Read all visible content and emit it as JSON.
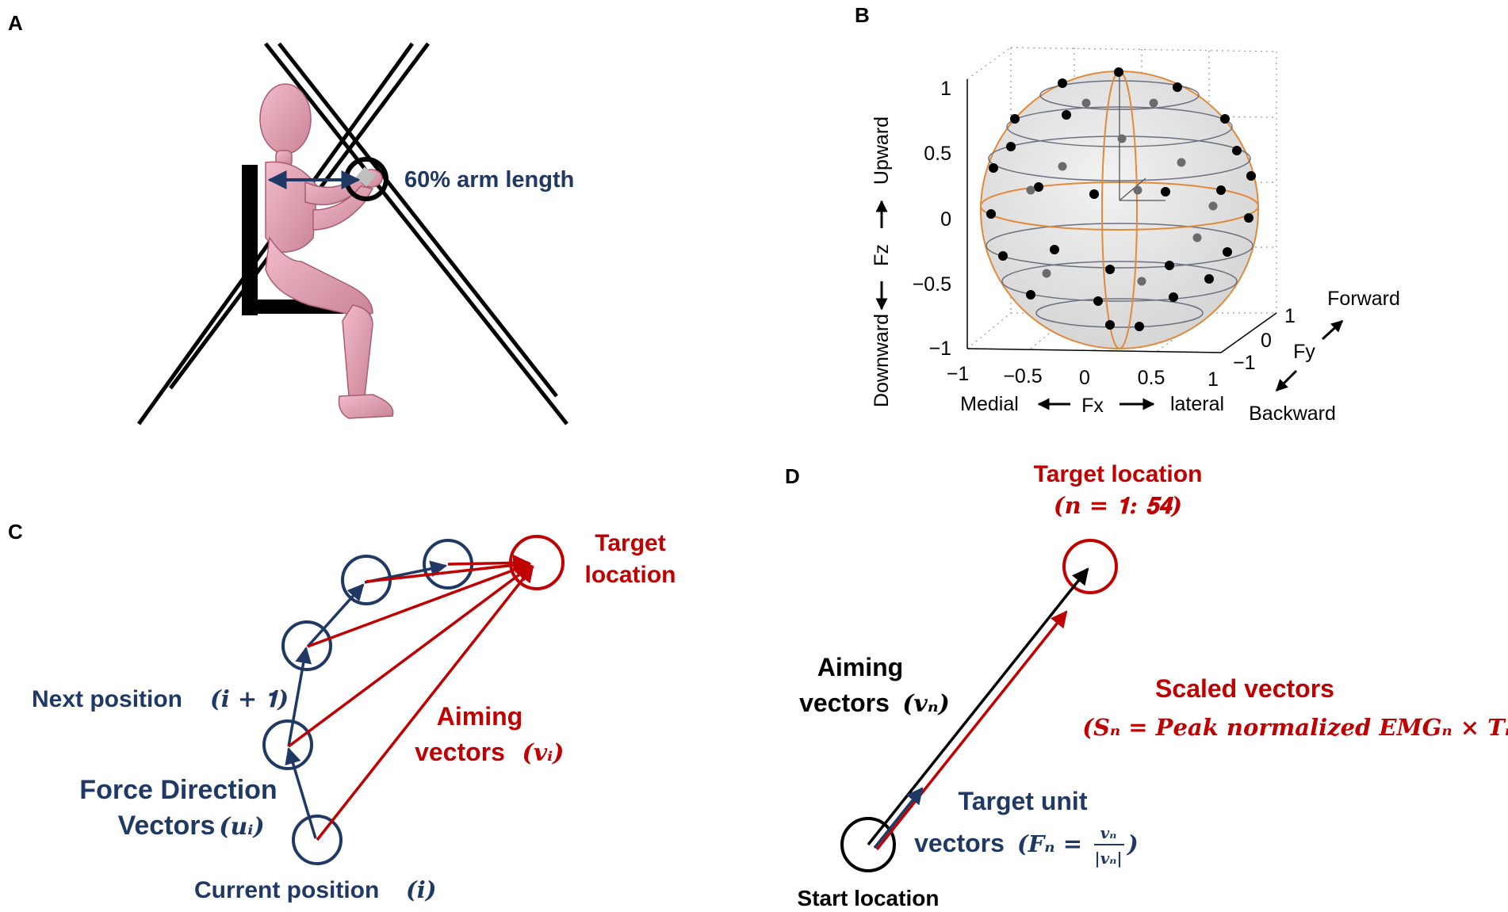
{
  "panels": {
    "a": {
      "letter": "A",
      "arm_label": "60% arm length"
    },
    "b": {
      "letter": "B",
      "z_ticks": [
        "1",
        "0.5",
        "0",
        "−0.5",
        "−1"
      ],
      "x_ticks": [
        "−1",
        "−0.5",
        "0",
        "0.5",
        "1"
      ],
      "y_ticks": [
        "1",
        "0",
        "−1"
      ],
      "z_axis_label": "Fz",
      "z_up_label": "Upward",
      "z_down_label": "Downward",
      "x_axis_label": "Fx",
      "x_left_label": "Medial",
      "x_right_label": "lateral",
      "y_axis_label": "Fy",
      "y_front_label": "Forward",
      "y_back_label": "Backward",
      "sphere_color": "#e8e8e8",
      "meridian_color": "#f4a460"
    },
    "c": {
      "letter": "C",
      "target_label_line1": "Target",
      "target_label_line2": "location",
      "next_position_label": "Next position",
      "next_position_symbol": "(𝒊 + 𝟏)",
      "aiming_line1": "Aiming",
      "aiming_line2": "vectors",
      "aiming_symbol": "(𝒗ᵢ)",
      "force_line1": "Force Direction",
      "force_line2": "Vectors",
      "force_symbol": "(𝒖ᵢ)",
      "current_position_label": "Current position",
      "current_position_symbol": "(𝒊)"
    },
    "d": {
      "letter": "D",
      "target_label": "Target location",
      "target_range": "(𝒏  =  𝟏: 𝟓𝟒)",
      "aiming_line1": "Aiming",
      "aiming_line2": "vectors",
      "aiming_symbol": "(𝒗ₙ)",
      "scaled_label": "Scaled vectors",
      "scaled_formula": "(𝑺ₙ = 𝑷𝒆𝒂𝒌 𝒏𝒐𝒓𝒎𝒂𝒍𝒊𝒛𝒆𝒅 𝑬𝑴𝑮ₙ × 𝑻ₙ)",
      "unit_line1": "Target unit",
      "unit_line2": "vectors",
      "unit_formula_open": "(𝑭ₙ =",
      "unit_numer": "𝒗ₙ",
      "unit_denom": "|𝒗ₙ|",
      "unit_close": ")",
      "start_label": "Start location"
    }
  },
  "colors": {
    "navy": "#1f3864",
    "red": "#c00000",
    "figure_pink": "#e8a3b4"
  }
}
